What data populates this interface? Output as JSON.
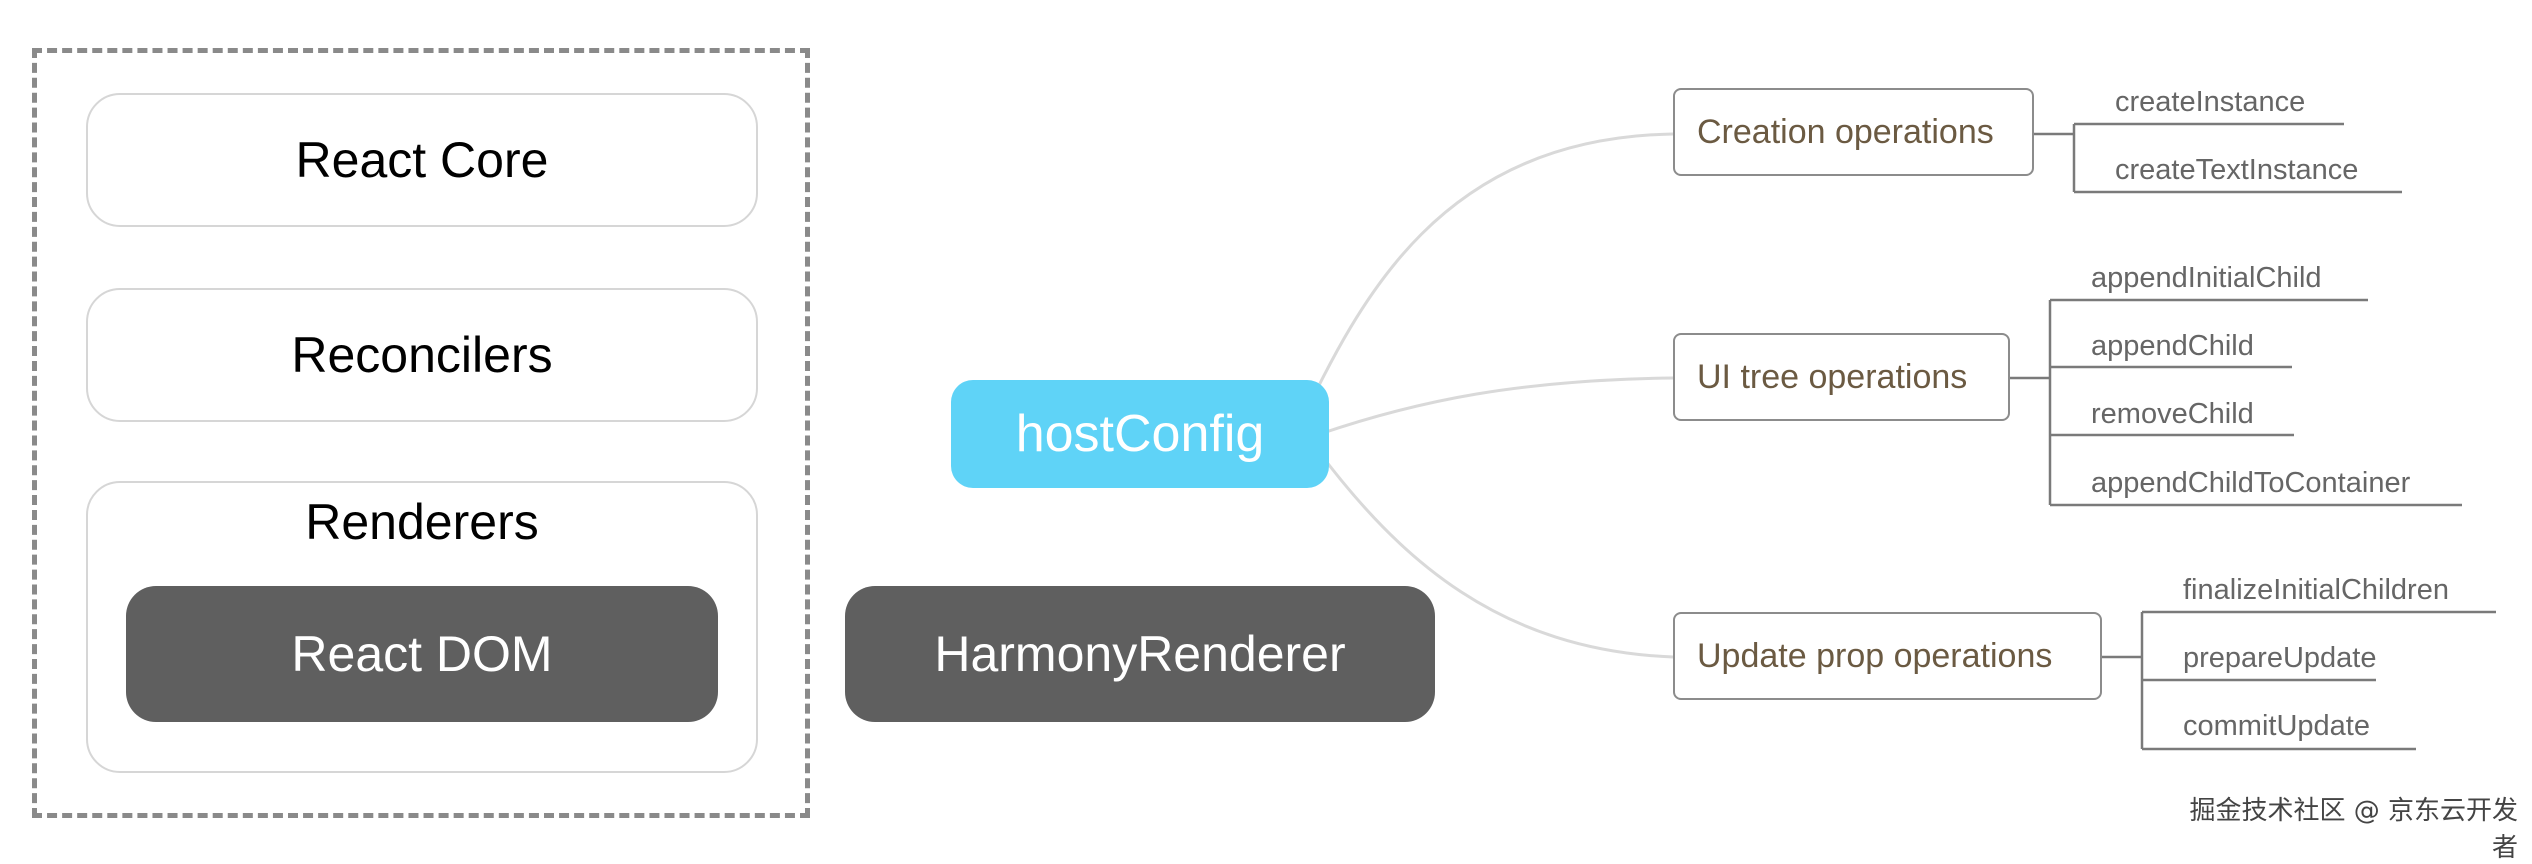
{
  "architecture": {
    "react_core": "React Core",
    "reconcilers": "Reconcilers",
    "renderers": "Renderers",
    "react_dom": "React DOM"
  },
  "harmony_renderer": "HarmonyRenderer",
  "host_config": {
    "title": "hostConfig",
    "groups": [
      {
        "label": "Creation operations",
        "items": [
          "createInstance",
          "createTextInstance"
        ]
      },
      {
        "label": "UI tree operations",
        "items": [
          "appendInitialChild",
          "appendChild",
          "removeChild",
          "appendChildToContainer"
        ]
      },
      {
        "label": "Update prop operations",
        "items": [
          "finalizeInitialChildren",
          "prepareUpdate",
          "commitUpdate"
        ]
      }
    ]
  },
  "watermark": "掘金技术社区 @ 京东云开发者",
  "colors": {
    "host_config": "#5fd3f7",
    "dark_box": "#5f5f5f",
    "node_text": "#6b5a42",
    "leaf_text": "#666666",
    "connector": "#d9d9d9",
    "bracket": "#7a7a7a"
  }
}
